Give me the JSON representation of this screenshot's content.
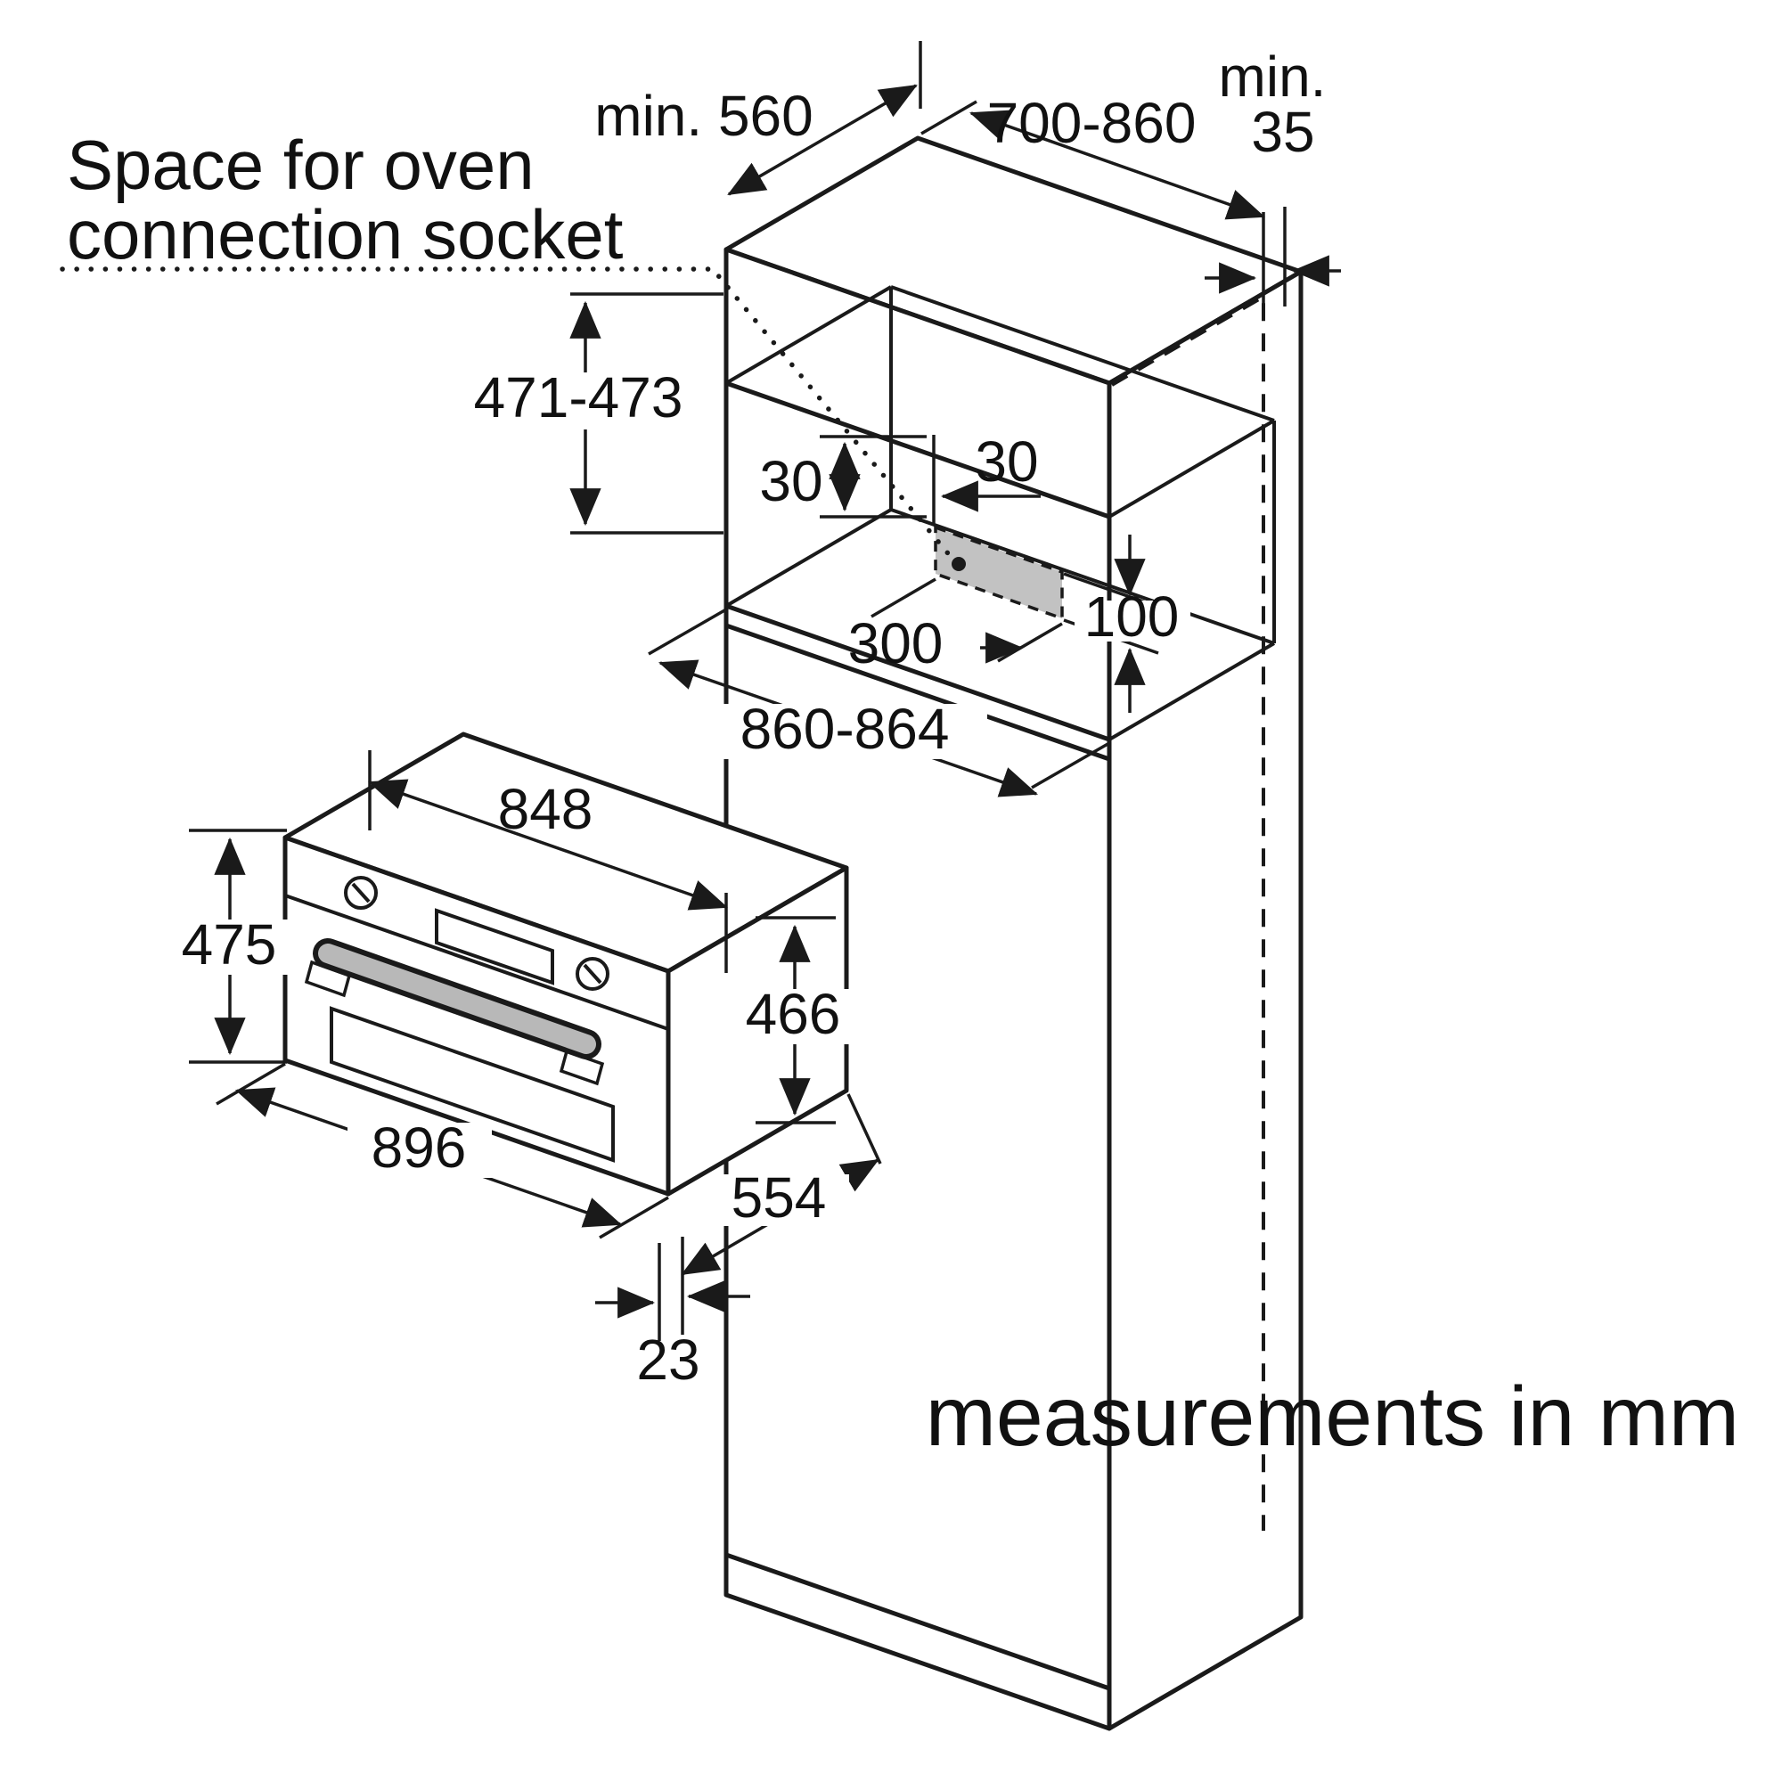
{
  "note": {
    "line1": "Space for oven",
    "line2": "connection socket"
  },
  "footer": "measurements in mm",
  "dims": {
    "depth_min": "min. 560",
    "top_width": "700-860",
    "gap_min": "min.",
    "gap_value": "35",
    "niche_height": "471-473",
    "offset_top": "30",
    "offset_side": "30",
    "socket_width": "300",
    "socket_height": "100",
    "niche_width": "860-864",
    "oven_cutout_width": "848",
    "oven_height": "475",
    "oven_body_height": "466",
    "oven_width": "896",
    "oven_depth": "554",
    "door_gap": "23"
  },
  "colors": {
    "line": "#1a1a1a",
    "socket_fill": "#c2c2c2",
    "handle_fill": "#b8b8b8"
  }
}
